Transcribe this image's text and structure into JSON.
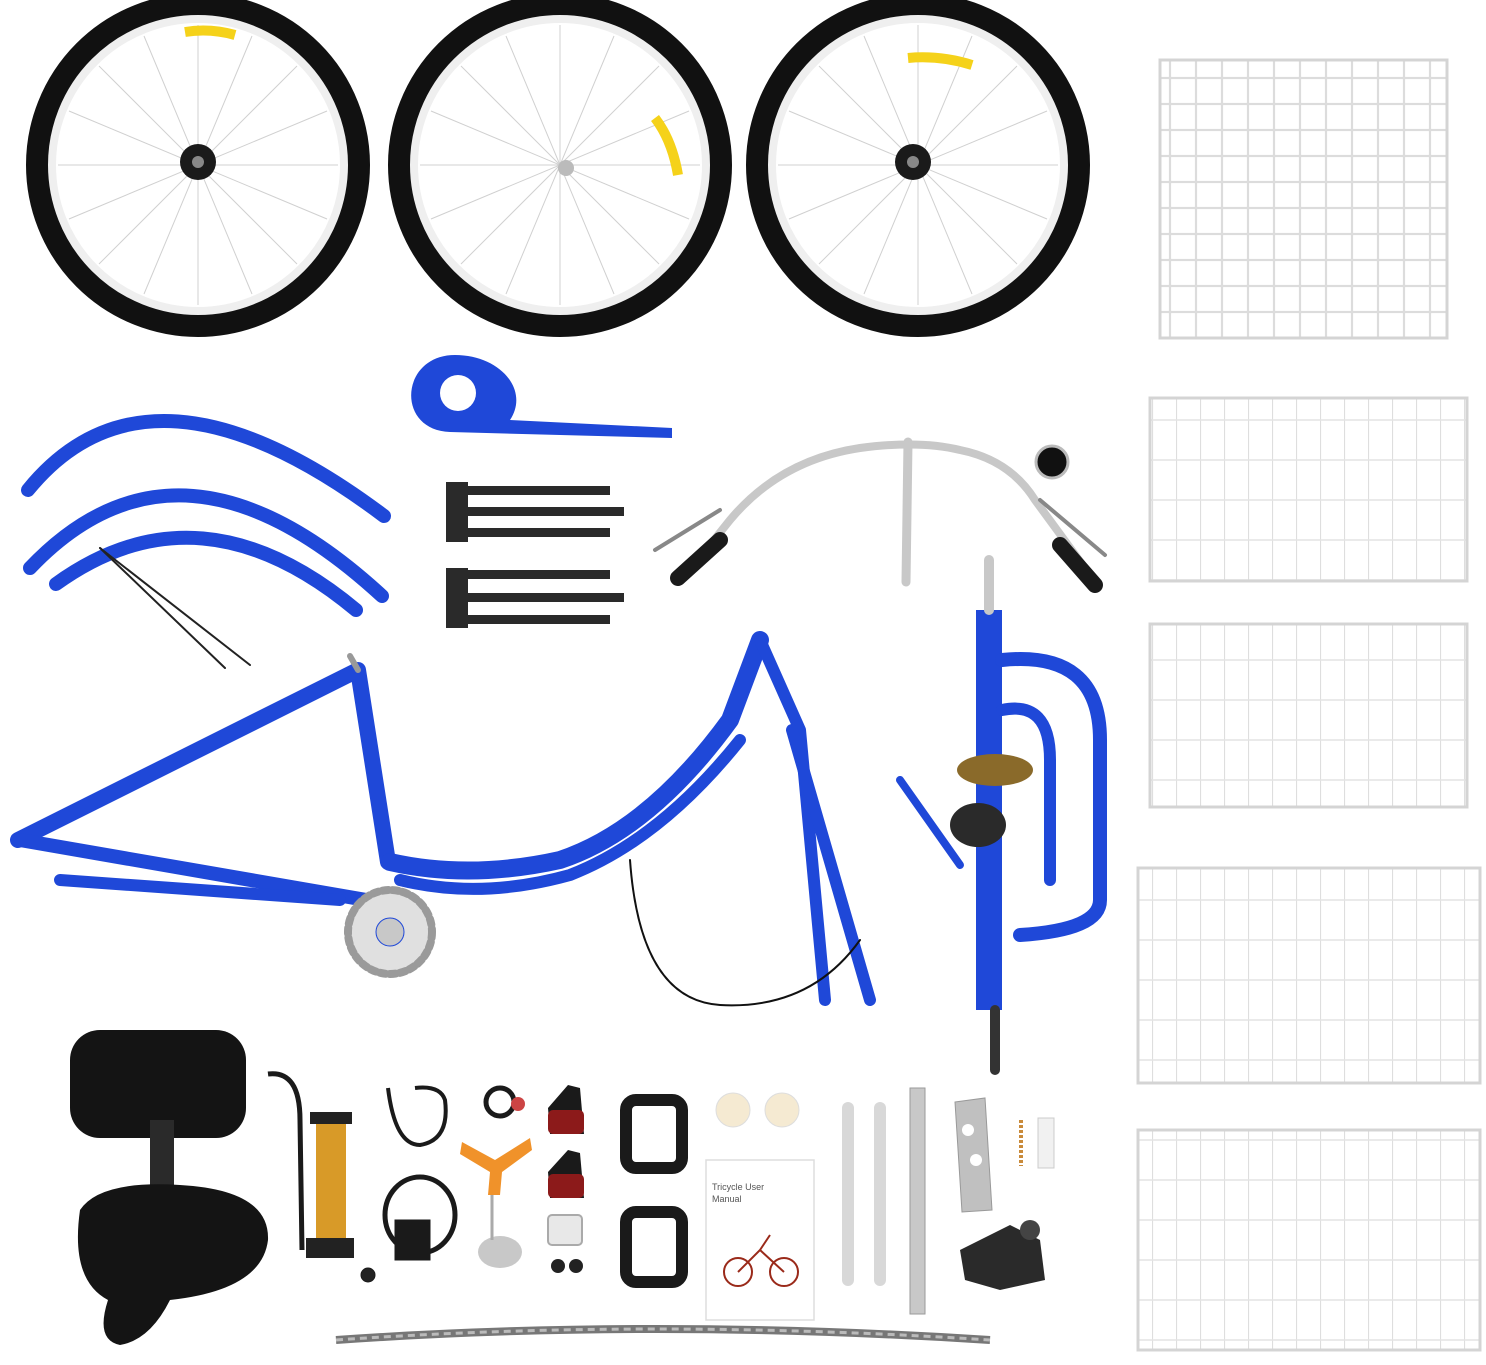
{
  "manual": {
    "title_line1": "Tricycle User",
    "title_line2": "Manual"
  },
  "colors": {
    "frame_blue": "#1f48d8",
    "frame_blue_dark": "#1432a8",
    "tire_black": "#111111",
    "rim_white": "#f2f2f2",
    "chrome": "#c8c8c8",
    "reflector_yellow": "#f5d21a",
    "tail_red": "#8c1a1a",
    "pump_gold": "#d89a28",
    "tool_orange": "#f0922a",
    "basket_white": "#ffffff",
    "basket_edge": "#d9d9d9"
  },
  "parts": [
    "front-wheel",
    "rear-wheel-left",
    "rear-wheel-right",
    "basket-bottom-panel",
    "basket-side-panels",
    "fenders",
    "chain-guard",
    "mounting-straps",
    "handlebar",
    "frame",
    "rear-axle-assembly",
    "seat-with-backrest",
    "air-pump",
    "cable-lock",
    "bell",
    "y-wrench",
    "tail-lights",
    "reflector",
    "pedals",
    "caps",
    "user-manual",
    "brackets",
    "seat-post",
    "multi-wrench",
    "spring",
    "rear-derailleur",
    "chain"
  ]
}
